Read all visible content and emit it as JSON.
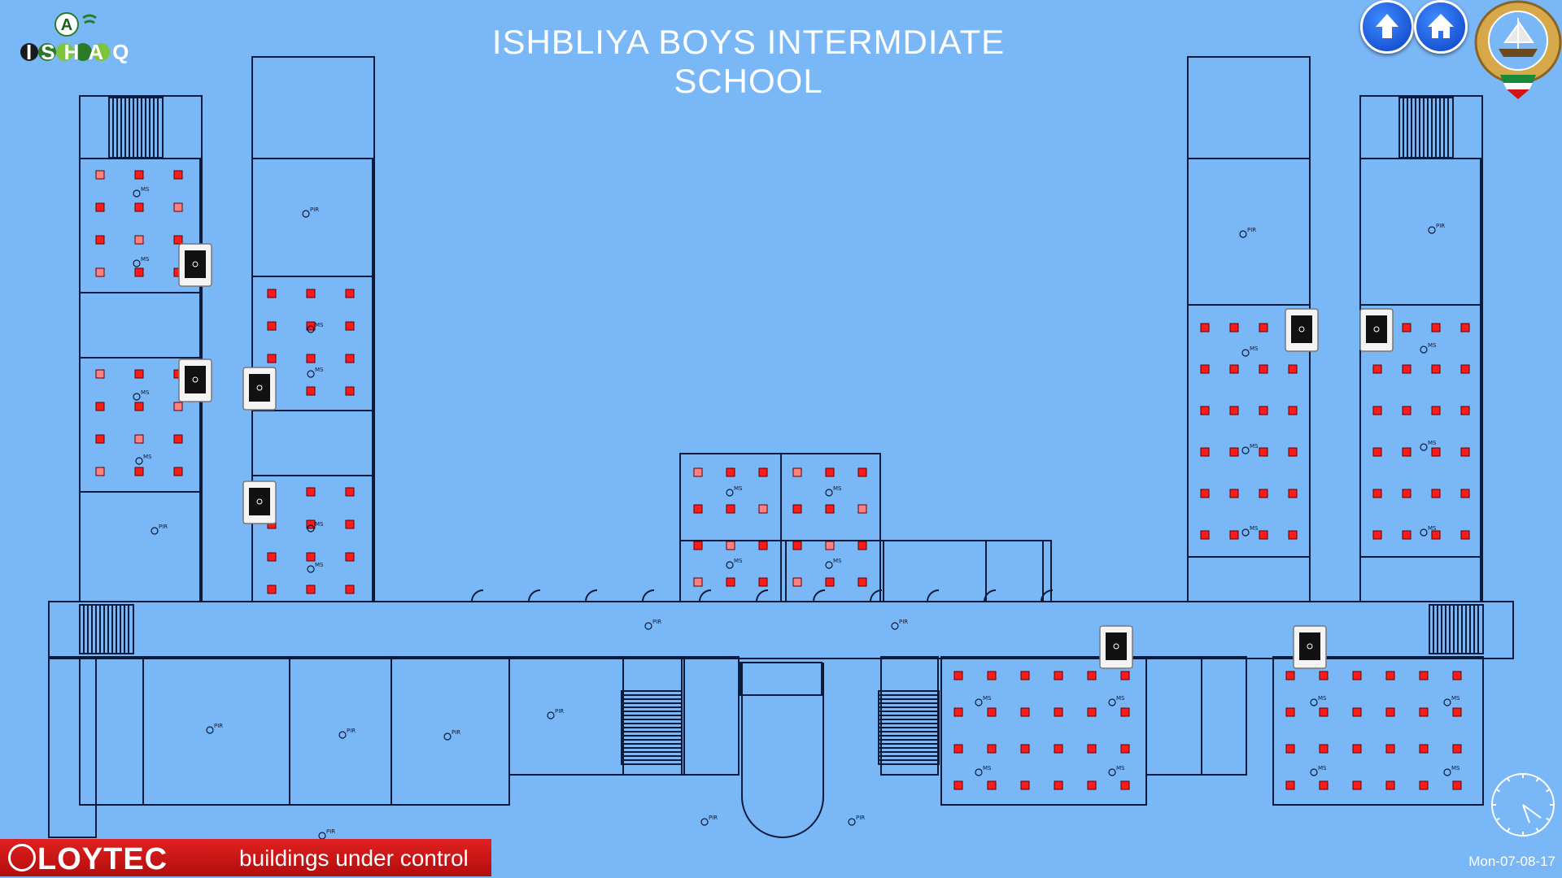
{
  "header": {
    "title": "ISHBLIYA BOYS INTERMDIATE SCHOOL",
    "logo_text": "ISHAQ",
    "logo_letter": "A"
  },
  "nav": {
    "up_icon": "up-arrow-icon",
    "home_icon": "home-icon",
    "emblem": "kuwait-emblem"
  },
  "footer": {
    "brand": "LOYTEC",
    "tagline": "buildings under control"
  },
  "status": {
    "date": "Mon-07-08-17"
  },
  "labels": {
    "pir": "PIR",
    "ms": "MS"
  },
  "colors": {
    "background": "#7ab7f7",
    "walls": "#0a1a3a",
    "light_on": "#ff1a1a",
    "light_dim": "#ff8080",
    "footer": "#d01515"
  }
}
